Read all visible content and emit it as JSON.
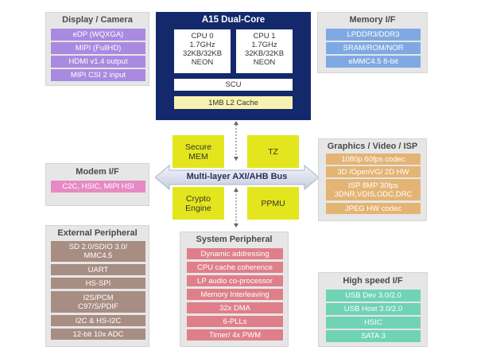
{
  "display_camera": {
    "title": "Display / Camera",
    "items": [
      "eDP (WQXGA)",
      "MIPI (FullHD)",
      "HDMI v1.4 output",
      "MIPI CSI 2 input"
    ]
  },
  "a15": {
    "title": "A15 Dual-Core",
    "cpu0": "CPU 0\n1.7GHz\n32KB/32KB\nNEON",
    "cpu1": "CPU 1\n1.7GHz\n32KB/32KB\nNEON",
    "scu": "SCU",
    "l2": "1MB L2 Cache"
  },
  "memory_if": {
    "title": "Memory I/F",
    "items": [
      "LPDDR3/DDR3",
      "SRAM/ROM/NOR",
      "eMMC4.5 8-bit"
    ]
  },
  "modem_if": {
    "title": "Modem I/F",
    "items": [
      "C2C, HSIC, MIPI HSI"
    ]
  },
  "bus": {
    "label": "Multi-layer AXI/AHB Bus",
    "blocks": [
      "Secure\nMEM",
      "TZ",
      "Crypto\nEngine",
      "PPMU"
    ]
  },
  "graphics": {
    "title": "Graphics / Video / ISP",
    "items": [
      "1080p 60fps codec",
      "3D /OpenVG/ 2D HW",
      "ISP 8MP 30fps\n3DNR,VDIS,ODC,DRC",
      "JPEG HW codec"
    ]
  },
  "external_peripheral": {
    "title": "External Peripheral",
    "items": [
      "SD 2.0/SDIO 3.0/\nMMC4.5",
      "UART",
      "HS-SPI",
      "I2S/PCM\nC97/S/PDIF",
      "I2C & HS-I2C",
      "12-bit 10x ADC"
    ]
  },
  "system_peripheral": {
    "title": "System Peripheral",
    "items": [
      "Dynamic addressing",
      "CPU cache coherence",
      "LP audio co-processor",
      "Memory Interleaving",
      "32x DMA",
      "6-PLLs",
      "Timer/ 4x PWM"
    ]
  },
  "high_speed_if": {
    "title": "High speed I/F",
    "items": [
      "USB Dev 3.0/2.0",
      "USB Host 3.0/2.0",
      "HSIC",
      "SATA 3"
    ]
  },
  "colors": {
    "core_bg": "#13296b",
    "display": "#a98ae0",
    "memory": "#7fa9e3",
    "graphics": "#e4b474",
    "modem": "#e689c4",
    "external": "#a88d83",
    "system": "#de7f8a",
    "high_speed": "#6fd3b4",
    "yellow": "#e3e61c"
  }
}
